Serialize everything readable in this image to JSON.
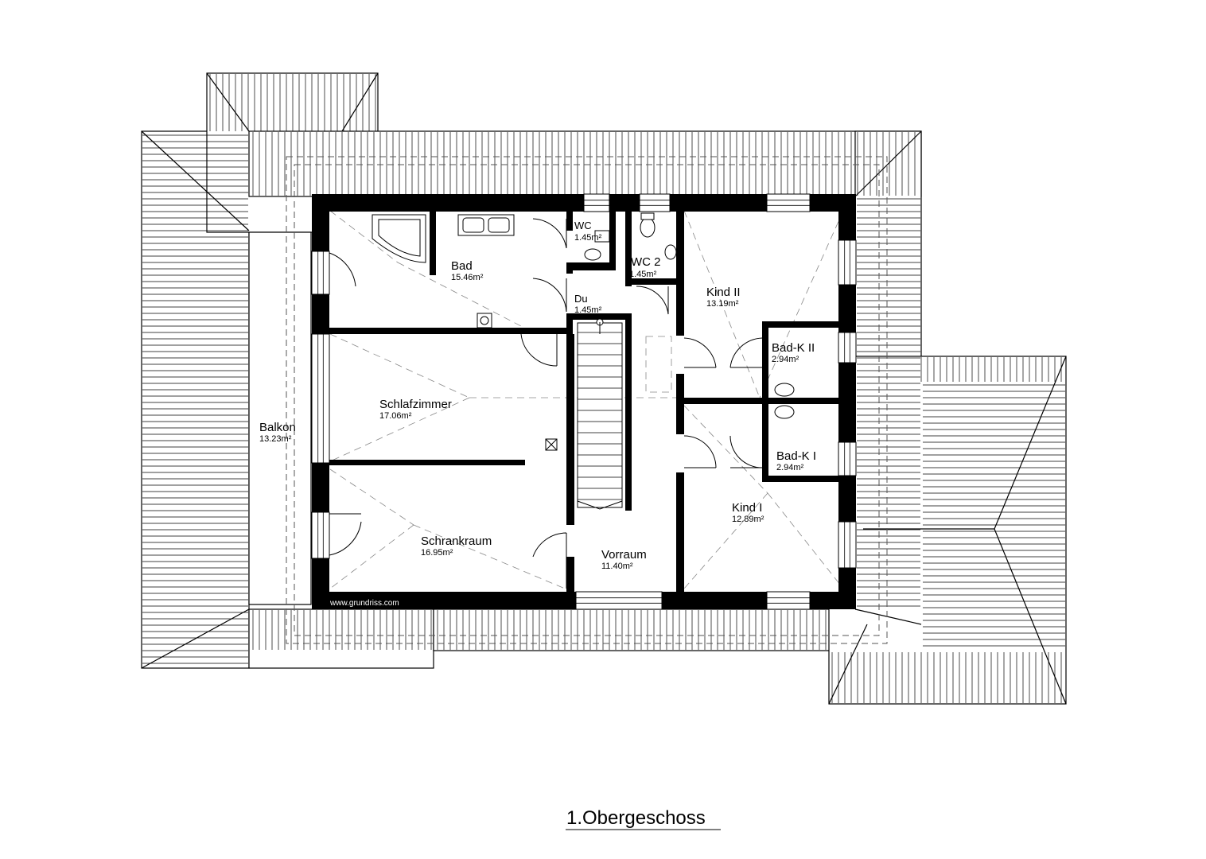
{
  "title": "1.Obergeschoss",
  "watermark": "www.grundriss.com",
  "rooms": [
    {
      "name": "Balkon",
      "area": "13.23m²"
    },
    {
      "name": "Bad",
      "area": "15.46m²"
    },
    {
      "name": "WC",
      "area": "1.45m²"
    },
    {
      "name": "WC 2",
      "area": "1.45m²"
    },
    {
      "name": "Du",
      "area": "1.45m²"
    },
    {
      "name": "Kind II",
      "area": "13.19m²"
    },
    {
      "name": "Bad-K II",
      "area": "2.94m²"
    },
    {
      "name": "Schlafzimmer",
      "area": "17.06m²"
    },
    {
      "name": "Bad-K I",
      "area": "2.94m²"
    },
    {
      "name": "Kind I",
      "area": "12.89m²"
    },
    {
      "name": "Schrankraum",
      "area": "16.95m²"
    },
    {
      "name": "Vorraum",
      "area": "11.40m²"
    }
  ],
  "colors": {
    "walls": "#000000",
    "background": "#ffffff",
    "dashed_lines": "#555555"
  }
}
